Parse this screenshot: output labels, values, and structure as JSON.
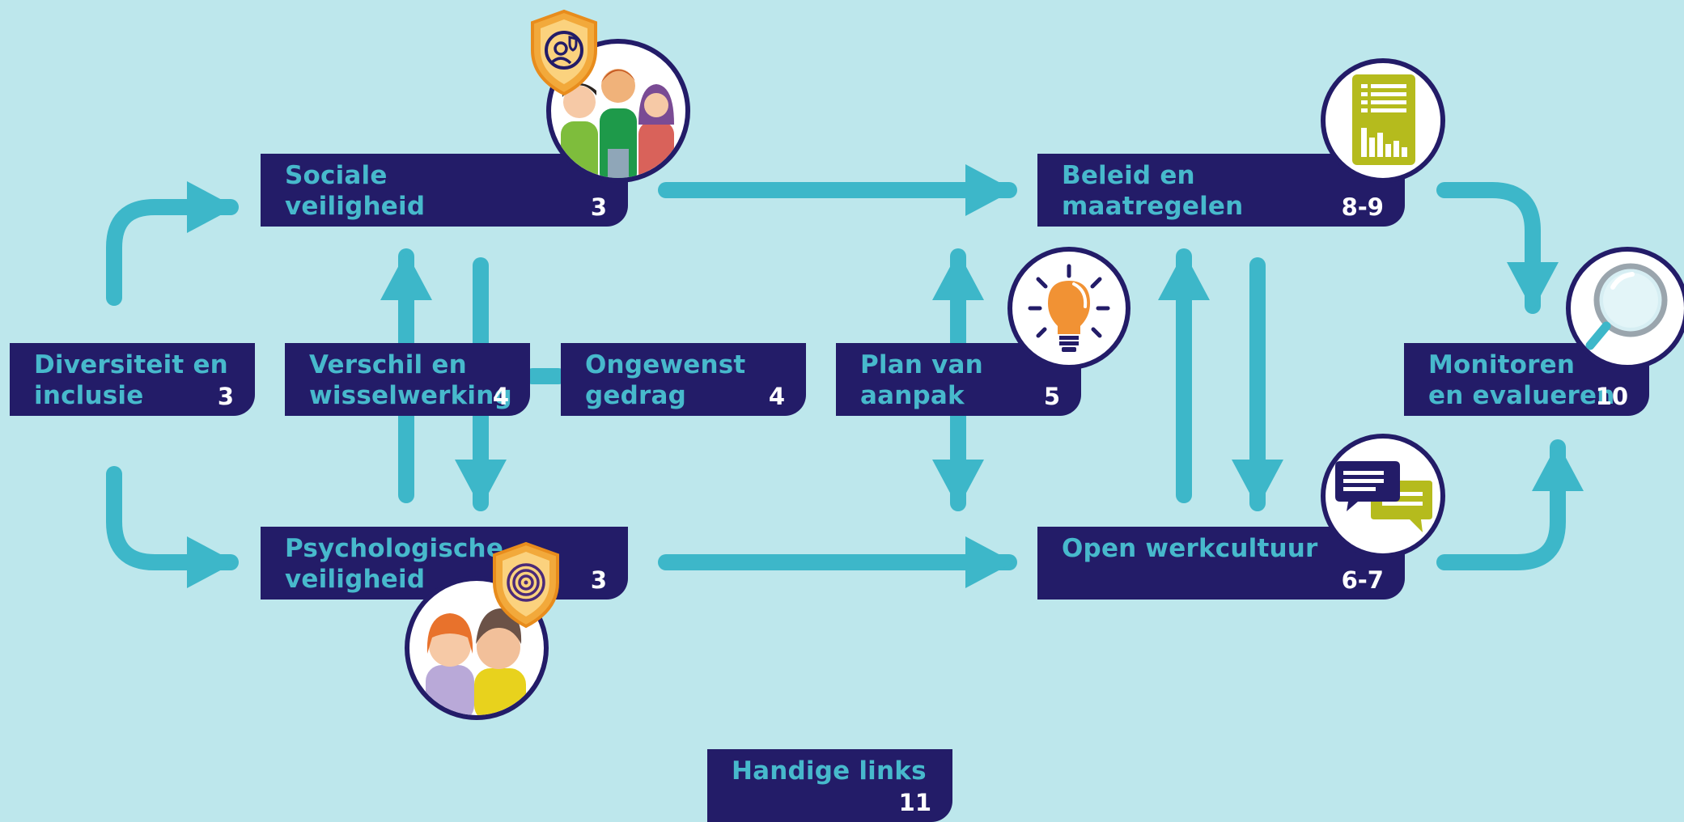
{
  "nodes": {
    "diversiteit": {
      "lines": [
        "Diversiteit en",
        "inclusie"
      ],
      "page": "3"
    },
    "sociale": {
      "lines": [
        "Sociale",
        "veiligheid"
      ],
      "page": "3"
    },
    "psychologische": {
      "lines": [
        "Psychologische",
        "veiligheid"
      ],
      "page": "3"
    },
    "verschil": {
      "lines": [
        "Verschil en",
        "wisselwerking"
      ],
      "page": "4"
    },
    "ongewenst": {
      "lines": [
        "Ongewenst",
        "gedrag"
      ],
      "page": "4"
    },
    "plan": {
      "lines": [
        "Plan van",
        "aanpak"
      ],
      "page": "5"
    },
    "beleid": {
      "lines": [
        "Beleid en",
        "maatregelen"
      ],
      "page": "8-9"
    },
    "open": {
      "lines": [
        "Open werkcultuur"
      ],
      "page": "6-7"
    },
    "monitoren": {
      "lines": [
        "Monitoren",
        "en evalueren"
      ],
      "page": "10"
    },
    "handige": {
      "lines": [
        "Handige links"
      ],
      "page": "11"
    }
  },
  "colors": {
    "background": "#bde7ec",
    "box": "#231c68",
    "box_title": "#47b9cc",
    "box_page": "#ffffff",
    "arrow": "#3db7c9",
    "accent_green": "#b5bb1d",
    "accent_orange": "#f19234"
  },
  "icons": {
    "sociale": "group-of-people-with-shield-icon",
    "psychologische": "two-people-with-shield-icon",
    "beleid": "report-chart-icon",
    "plan": "lightbulb-icon",
    "open": "chat-bubbles-icon",
    "monitoren": "magnifying-glass-icon"
  }
}
